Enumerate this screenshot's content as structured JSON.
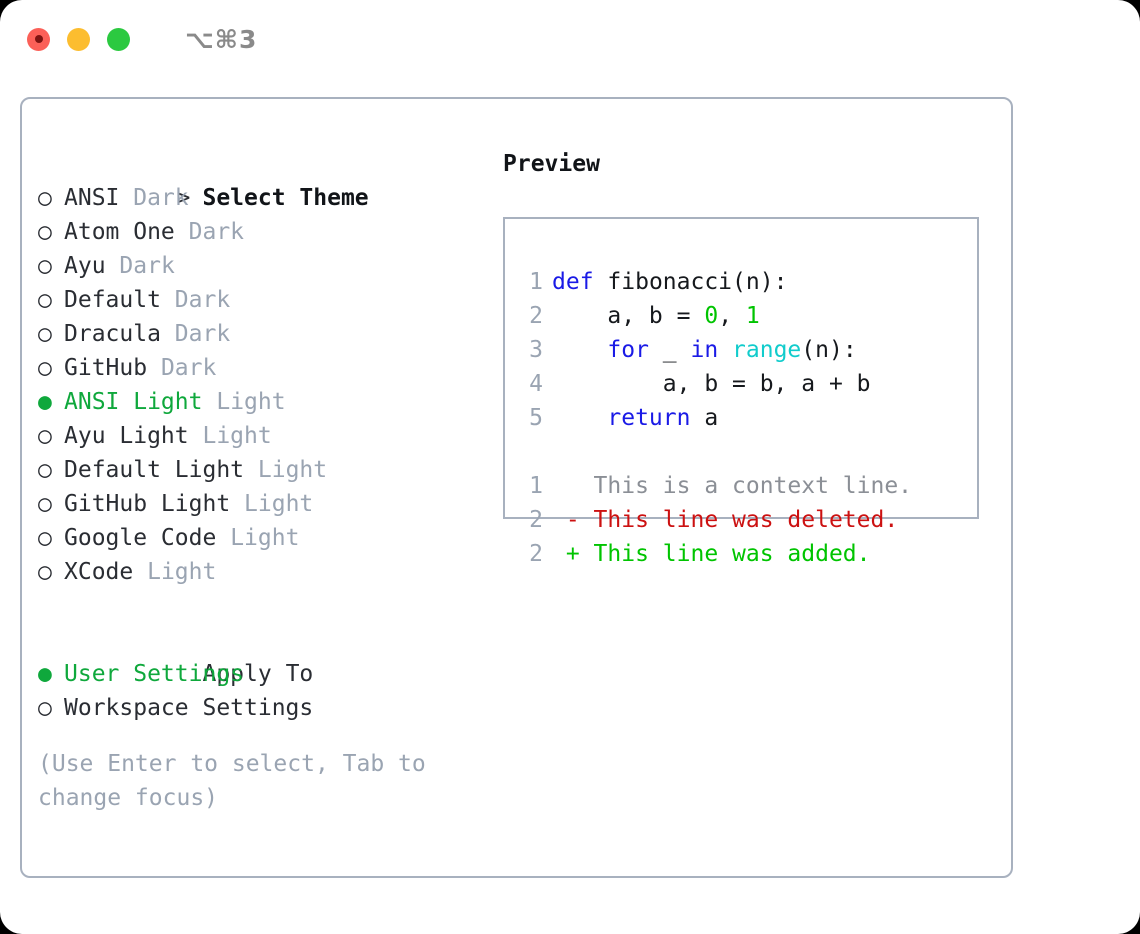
{
  "window": {
    "shortcut": "⌥⌘3",
    "traffic_lights": [
      "close-red",
      "minimize-yellow",
      "maximize-green"
    ]
  },
  "theme_picker": {
    "heading_marker": ">",
    "heading": "Select Theme",
    "selected_theme": "ANSI Light",
    "items": [
      {
        "marker": "○",
        "name": "ANSI",
        "variant": "Dark",
        "selected": false
      },
      {
        "marker": "○",
        "name": "Atom One",
        "variant": "Dark",
        "selected": false
      },
      {
        "marker": "○",
        "name": "Ayu",
        "variant": "Dark",
        "selected": false
      },
      {
        "marker": "○",
        "name": "Default",
        "variant": "Dark",
        "selected": false
      },
      {
        "marker": "○",
        "name": "Dracula",
        "variant": "Dark",
        "selected": false
      },
      {
        "marker": "○",
        "name": "GitHub",
        "variant": "Dark",
        "selected": false
      },
      {
        "marker": "●",
        "name": "ANSI Light",
        "variant": "Light",
        "selected": true
      },
      {
        "marker": "○",
        "name": "Ayu Light",
        "variant": "Light",
        "selected": false
      },
      {
        "marker": "○",
        "name": "Default Light",
        "variant": "Light",
        "selected": false
      },
      {
        "marker": "○",
        "name": "GitHub Light",
        "variant": "Light",
        "selected": false
      },
      {
        "marker": "○",
        "name": "Google Code",
        "variant": "Light",
        "selected": false
      },
      {
        "marker": "○",
        "name": "XCode",
        "variant": "Light",
        "selected": false
      }
    ]
  },
  "apply_to": {
    "heading": "Apply To",
    "selected_option": "User Settings",
    "options": [
      {
        "marker": "●",
        "name": "User Settings",
        "selected": true
      },
      {
        "marker": "○",
        "name": "Workspace Settings",
        "selected": false
      }
    ]
  },
  "hint": "(Use Enter to select, Tab to change focus)",
  "preview": {
    "title": "Preview",
    "code_lines": [
      {
        "num": "1",
        "indent": "",
        "tokens": [
          {
            "t": "def",
            "c": "kw"
          },
          {
            "t": " ",
            "c": "plain"
          },
          {
            "t": "fibonacci(n):",
            "c": "plain"
          }
        ]
      },
      {
        "num": "2",
        "indent": "    ",
        "tokens": [
          {
            "t": "a, b = ",
            "c": "plain"
          },
          {
            "t": "0",
            "c": "num"
          },
          {
            "t": ", ",
            "c": "plain"
          },
          {
            "t": "1",
            "c": "num"
          }
        ]
      },
      {
        "num": "3",
        "indent": "    ",
        "tokens": [
          {
            "t": "for",
            "c": "kw"
          },
          {
            "t": " _ ",
            "c": "plain"
          },
          {
            "t": "in",
            "c": "kw"
          },
          {
            "t": " ",
            "c": "plain"
          },
          {
            "t": "range",
            "c": "fn"
          },
          {
            "t": "(n):",
            "c": "plain"
          }
        ]
      },
      {
        "num": "4",
        "indent": "        ",
        "tokens": [
          {
            "t": "a, b = b, a + b",
            "c": "plain"
          }
        ]
      },
      {
        "num": "5",
        "indent": "    ",
        "tokens": [
          {
            "t": "return",
            "c": "kw"
          },
          {
            "t": " a",
            "c": "plain"
          }
        ]
      }
    ],
    "diff_lines": [
      {
        "num": "1",
        "sign": " ",
        "text": "This is a context line.",
        "kind": "ctx"
      },
      {
        "num": "2",
        "sign": "-",
        "text": "This line was deleted.",
        "kind": "del"
      },
      {
        "num": "2",
        "sign": "+",
        "text": "This line was added.",
        "kind": "add"
      }
    ]
  },
  "colors": {
    "accent_green": "#0fa83c",
    "muted_gray": "#9aa4b2",
    "border": "#a8b1bf",
    "keyword_blue": "#1a1ae6",
    "function_cyan": "#11cccc",
    "number_green": "#00c400",
    "diff_add": "#00c400",
    "diff_del": "#cc1111",
    "traffic_red": "#fb6058",
    "traffic_yellow": "#fcbd2f",
    "traffic_green": "#2bc940"
  }
}
